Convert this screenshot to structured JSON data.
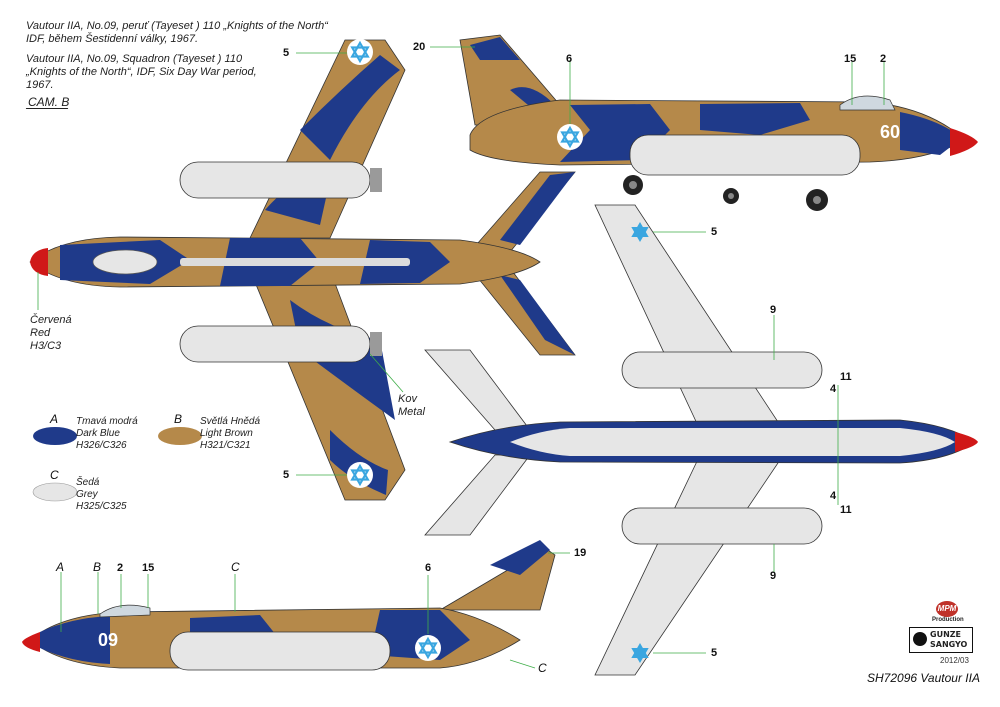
{
  "caption": {
    "cz_line1": "Vautour IIA, No.09, peruť (Tayeset ) 110 „Knights of the North“",
    "cz_line2": "IDF, během Šestidenní války, 1967.",
    "en_line1": "Vautour IIA,  No.09,  Squadron (Tayeset  ) 110",
    "en_line2": "„Knights of the North“, IDF, Six Day War period,",
    "en_line3": "1967."
  },
  "camo_scheme": "CAM. B",
  "callouts": {
    "red_nose_cz": "Červená",
    "red_nose_en": "Red",
    "red_nose_code": "H3/C3",
    "metal_cz": "Kov",
    "metal_en": "Metal"
  },
  "legend": [
    {
      "letter": "A",
      "cz": "Tmavá modrá",
      "en": "Dark Blue",
      "code": "H326/C326",
      "color": "#1f3a8a"
    },
    {
      "letter": "B",
      "cz": "Světlá Hnědá",
      "en": "Light Brown",
      "code": "H321/C321",
      "color": "#b5894a"
    },
    {
      "letter": "C",
      "cz": "Šedá",
      "en": "Grey",
      "code": "H325/C325",
      "color": "#e6e6e6"
    }
  ],
  "decal_numbers": {
    "top_wing_star_upper": "5",
    "top_wing_star_lower": "5",
    "side_tail": "20",
    "side_fuselage_star": "6",
    "side_canopy_a": "15",
    "side_canopy_b": "2",
    "bottom_wing_star_upper": "5",
    "bottom_wing_star_lower": "5",
    "bottom_engine_upper": "9",
    "bottom_engine_lower": "9",
    "bottom_mark_upper_a": "11",
    "bottom_mark_upper_b": "4",
    "bottom_mark_lower_a": "4",
    "bottom_mark_lower_b": "11",
    "left_tail": "19",
    "left_fuselage_star": "6",
    "left_canopy_a": "2",
    "left_canopy_b": "15"
  },
  "color_letters": {
    "a": "A",
    "b": "B",
    "c_top": "C",
    "c_bottom": "C"
  },
  "aircraft_number": "09",
  "aircraft_number_mirrored": "60",
  "producer": "MPM",
  "producer_sub": "Production",
  "distributor_line1": "GUNZE",
  "distributor_line2": "SANGYO",
  "date": "2012/03",
  "kit_title": "SH72096 Vautour IIA",
  "colors": {
    "dark_blue": "#1f3a8a",
    "light_brown": "#b5894a",
    "grey": "#e6e6e6",
    "red": "#d01818",
    "callout_line": "#3fae49"
  }
}
